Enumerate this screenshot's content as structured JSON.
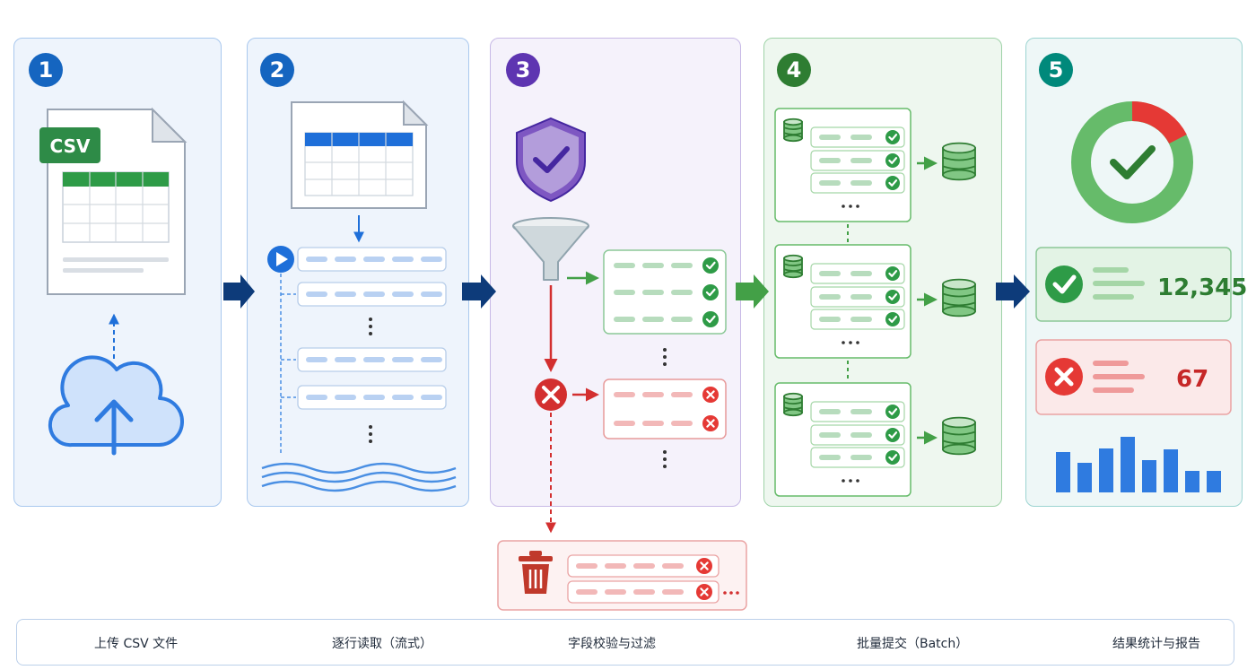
{
  "steps": [
    {
      "number": "1",
      "color": "#1565c0"
    },
    {
      "number": "2",
      "color": "#1565c0"
    },
    {
      "number": "3",
      "color": "#5e35b1"
    },
    {
      "number": "4",
      "color": "#2e7d32"
    },
    {
      "number": "5",
      "color": "#00897b"
    }
  ],
  "file_badge": "CSV",
  "results": {
    "success_count": "12,345",
    "failure_count": "67"
  },
  "legend": [
    {
      "label": "上传 CSV 文件",
      "icon": "file-icon"
    },
    {
      "label": "逐行读取（流式）",
      "icon": "stream-list-icon"
    },
    {
      "label": "字段校验与过滤",
      "icon": "shield-check-icon"
    },
    {
      "label": "批量提交（Batch）",
      "icon": "database-icon"
    },
    {
      "label": "结果统计与报告",
      "icon": "pie-chart-icon"
    }
  ],
  "colors": {
    "blue": "#1e6fd9",
    "navy": "#0d3b7a",
    "purple": "#5e35b1",
    "green": "#43a047",
    "red": "#d32f2f",
    "teal": "#00897b"
  }
}
